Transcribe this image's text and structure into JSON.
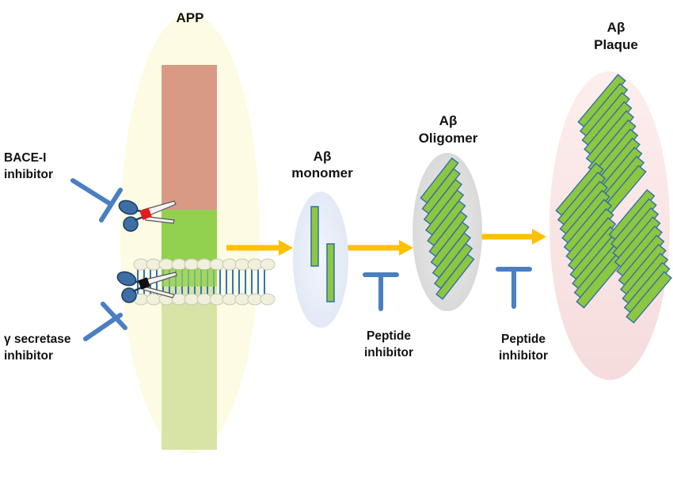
{
  "labels": {
    "app": "APP",
    "bace_line1": "BACE-I",
    "bace_line2": "inhibitor",
    "gamma_line1": "γ  secretase",
    "gamma_line2": "inhibitor",
    "monomer_line1": "Aβ",
    "monomer_line2": "monomer",
    "oligomer_line1": "Aβ",
    "oligomer_line2": "Oligomer",
    "plaque_line1": "Aβ",
    "plaque_line2": "Plaque",
    "peptide1_line1": "Peptide",
    "peptide1_line2": "inhibitor",
    "peptide2_line1": "Peptide",
    "peptide2_line2": "inhibitor"
  },
  "colors": {
    "app_ellipse": "#fdfbe3",
    "app_top_segment": "#d99a85",
    "app_mid_segment": "#92d050",
    "app_bottom_segment": "#d8e4a6",
    "membrane_head": "#f0f0dc",
    "membrane_tail": "#2e75b6",
    "arrow": "#ffc000",
    "inhibitor": "#4a7fc1",
    "fibril_fill": "#8dc63f",
    "fibril_stroke": "#2f6fad",
    "monomer_bg": "#e8eef8",
    "oligomer_bg": "#e0e0e0",
    "plaque_bg": "#fbe6e6",
    "bace_mark": "#e01b1b",
    "gamma_mark": "#111111"
  },
  "icons": {
    "bace_scissors": "scissors-icon",
    "gamma_scissors": "scissors-icon",
    "inhibitor_symbol": "t-bar-inhibitor-icon",
    "flow_arrow": "arrow-right-icon"
  }
}
